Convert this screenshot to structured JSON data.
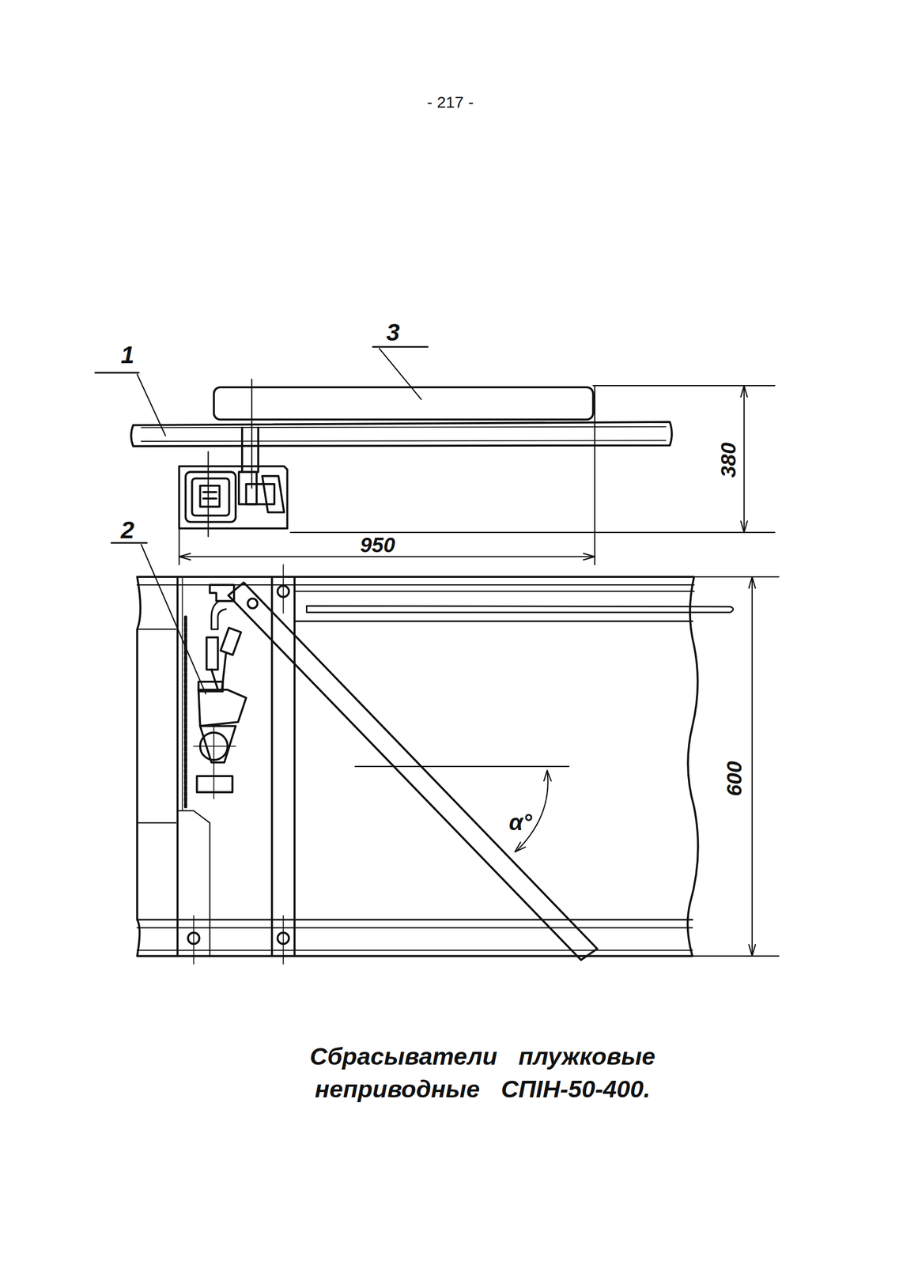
{
  "diagram": {
    "caption": "Сбрасыватели плужковые неприводные СПIН-50-400.",
    "labels": [
      "- 217 -",
      "3",
      "1",
      "380",
      "950",
      "2",
      "600",
      "α°"
    ]
  }
}
